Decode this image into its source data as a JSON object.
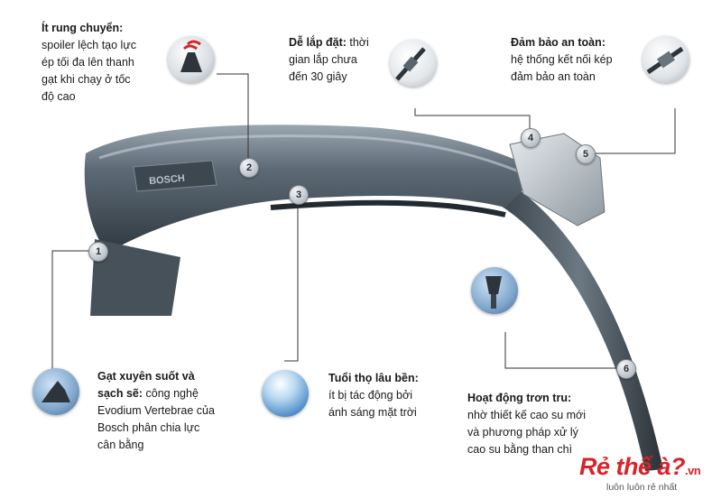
{
  "features": [
    {
      "id": 2,
      "title": "Ít rung chuyển:",
      "lines": [
        "spoiler lệch tạo lực",
        "ép tối đa lên thanh",
        "gạt khi chạy ở tốc",
        "độ cao"
      ]
    },
    {
      "id": 4,
      "title": "Dễ lắp đặt:",
      "title_suffix": " thời",
      "lines": [
        "gian lắp chưa",
        "đến 30 giây"
      ]
    },
    {
      "id": 5,
      "title": "Đảm bảo an toàn:",
      "lines": [
        "hệ thống kết nối kép",
        "đảm bảo an toàn"
      ]
    },
    {
      "id": 1,
      "title": "Gạt xuyên suốt và",
      "title2": "sạch sẽ:",
      "title2_suffix": " công nghệ",
      "lines": [
        "Evodium Vertebrae của",
        "Bosch phân chia lực",
        "cân bằng"
      ]
    },
    {
      "id": 3,
      "title": "Tuổi thọ lâu bền:",
      "lines": [
        "ít bị tác động bởi",
        "ánh sáng mặt trời"
      ]
    },
    {
      "id": 6,
      "title": "Hoạt động trơn tru:",
      "lines": [
        "nhờ thiết kế cao su mới",
        "và phương pháp xử lý",
        "cao su bằng than chì"
      ]
    }
  ],
  "markers": [
    "1",
    "2",
    "3",
    "4",
    "5",
    "6"
  ],
  "blade_logo": "BOSCH",
  "brand": {
    "name": "Rẻ thế à?",
    "tld": ".vn",
    "slogan": "luôn luôn rẻ nhất"
  },
  "icons": [
    "spoiler-airflow-icon",
    "clip-adapter-icon",
    "dual-connector-icon",
    "vertebrae-icon",
    "sun-sky-icon",
    "rubber-edge-icon"
  ],
  "colors": {
    "blade": "#4a5560",
    "blade_light": "#8a97a2",
    "accent_red": "#d8232a"
  }
}
